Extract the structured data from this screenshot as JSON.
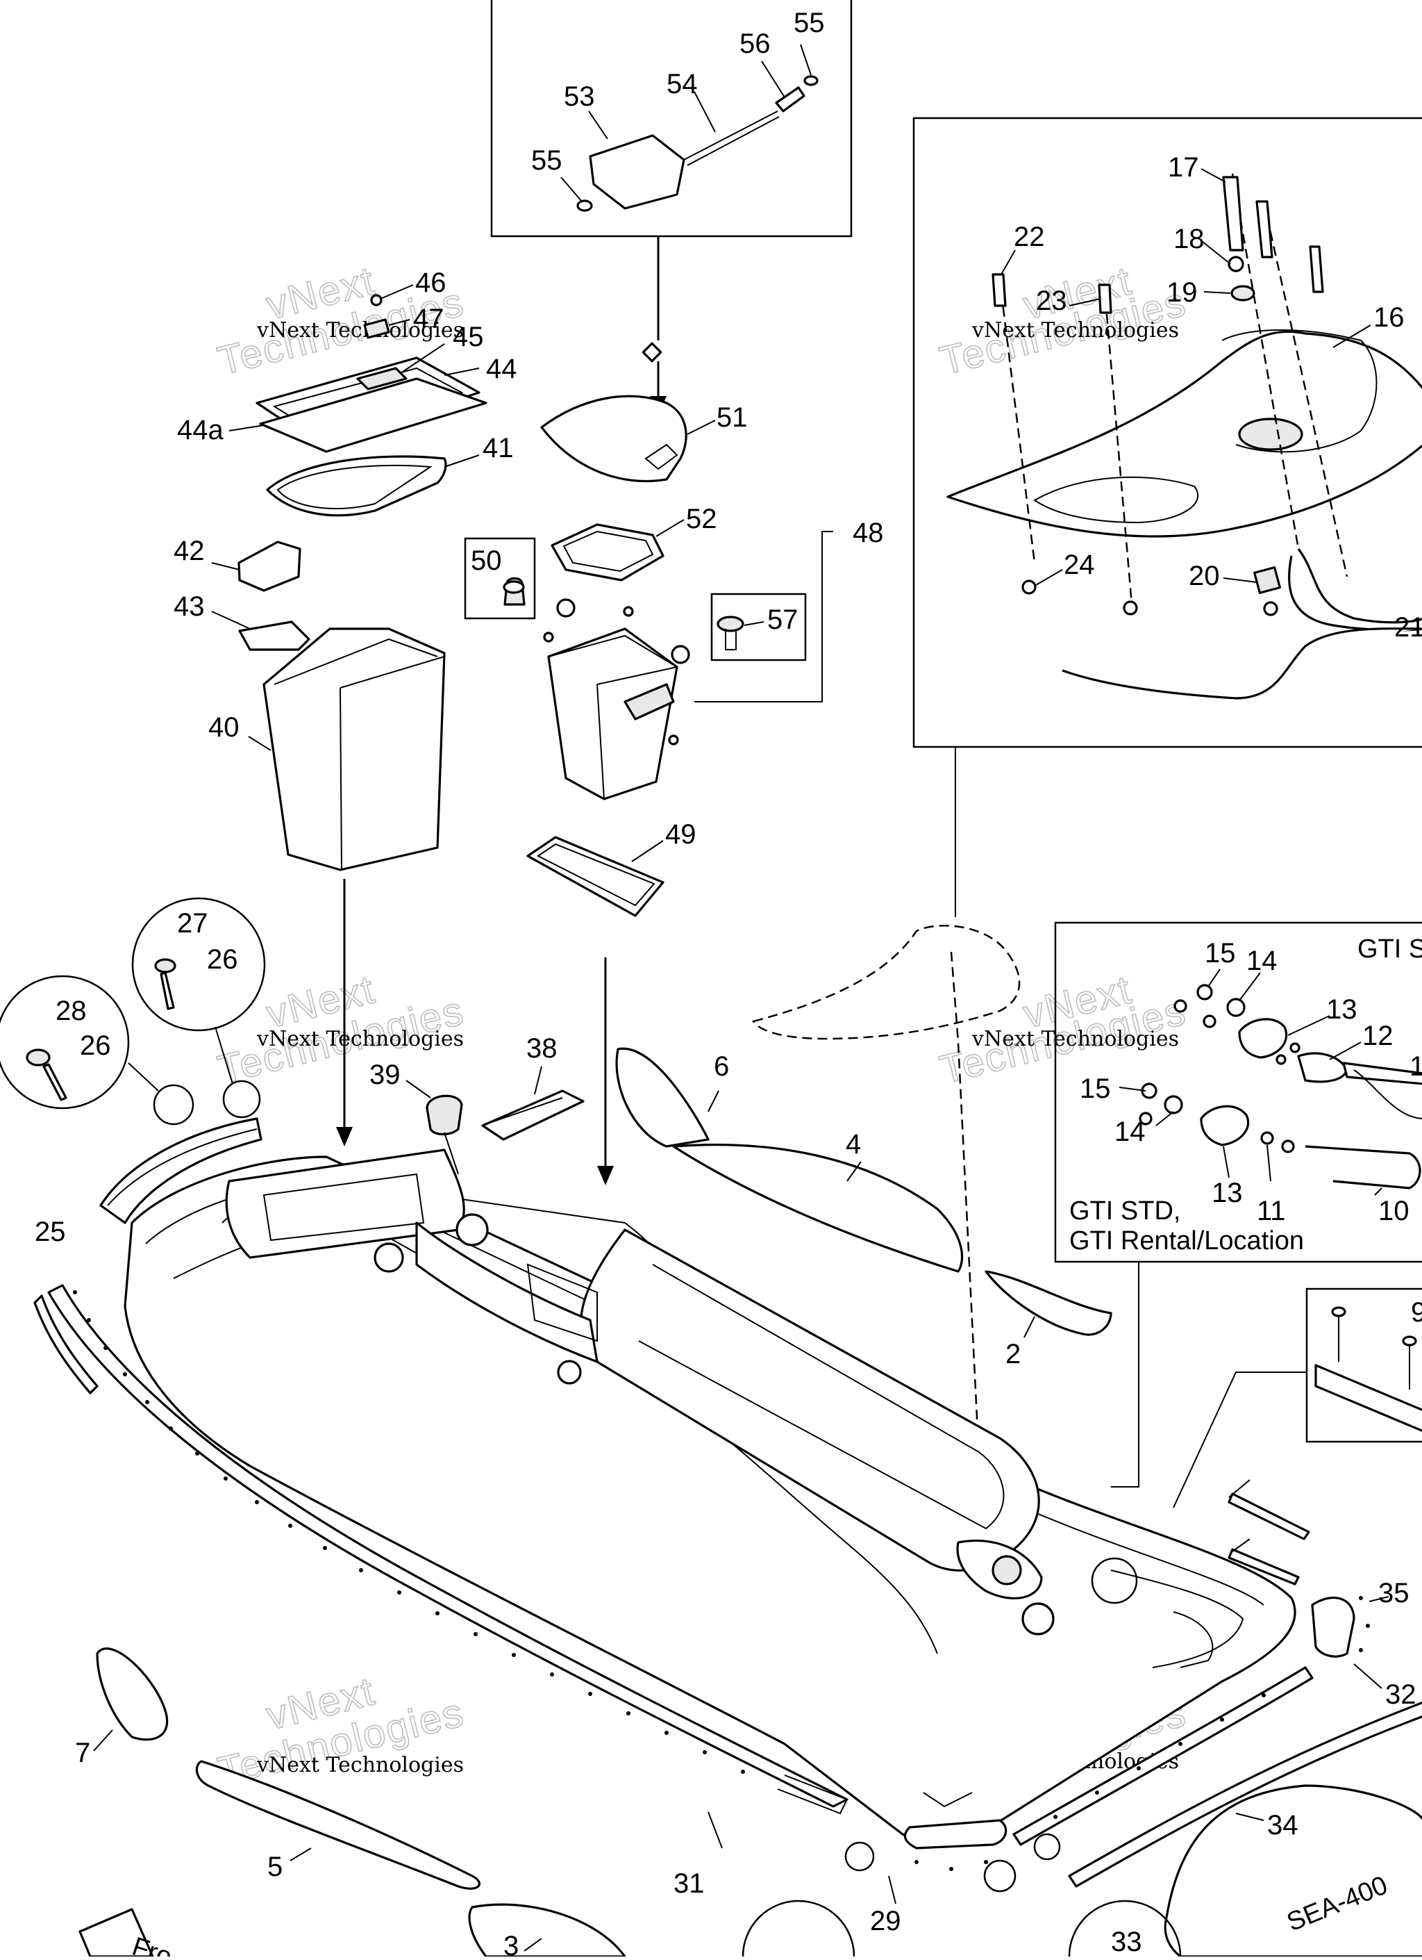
{
  "watermark": {
    "line1": "vNext Technologies",
    "line2_a": "vNext",
    "line2_b": "Technologies"
  },
  "callouts": {
    "c2": "2",
    "c3": "3",
    "c4": "4",
    "c5": "5",
    "c6": "6",
    "c7": "7",
    "c10": "10",
    "c11": "11",
    "c12": "12",
    "c13a": "13",
    "c13b": "13",
    "c14a": "14",
    "c14b": "14",
    "c15a": "15",
    "c15b": "15",
    "c16": "16",
    "c17": "17",
    "c18": "18",
    "c19": "19",
    "c20": "20",
    "c21": "21",
    "c22": "22",
    "c23": "23",
    "c24": "24",
    "c25": "25",
    "c26a": "26",
    "c26b": "26",
    "c27": "27",
    "c28": "28",
    "c29": "29",
    "c31": "31",
    "c32": "32",
    "c33": "33",
    "c34": "34",
    "c35": "35",
    "c38": "38",
    "c39": "39",
    "c40": "40",
    "c41": "41",
    "c42": "42",
    "c43": "43",
    "c44": "44",
    "c44a": "44a",
    "c45": "45",
    "c46": "46",
    "c47": "47",
    "c48": "48",
    "c49": "49",
    "c50": "50",
    "c51": "51",
    "c52": "52",
    "c53": "53",
    "c54": "54",
    "c55a": "55",
    "c55b": "55",
    "c56": "56",
    "c57": "57",
    "c9": "9",
    "c1": "1"
  },
  "notes": {
    "gti_top": "GTI S",
    "gti_std_line1": "GTI STD,",
    "gti_std_line2": "GTI Rental/Location",
    "front": "Fro",
    "hull_decal": "SEA-400"
  }
}
